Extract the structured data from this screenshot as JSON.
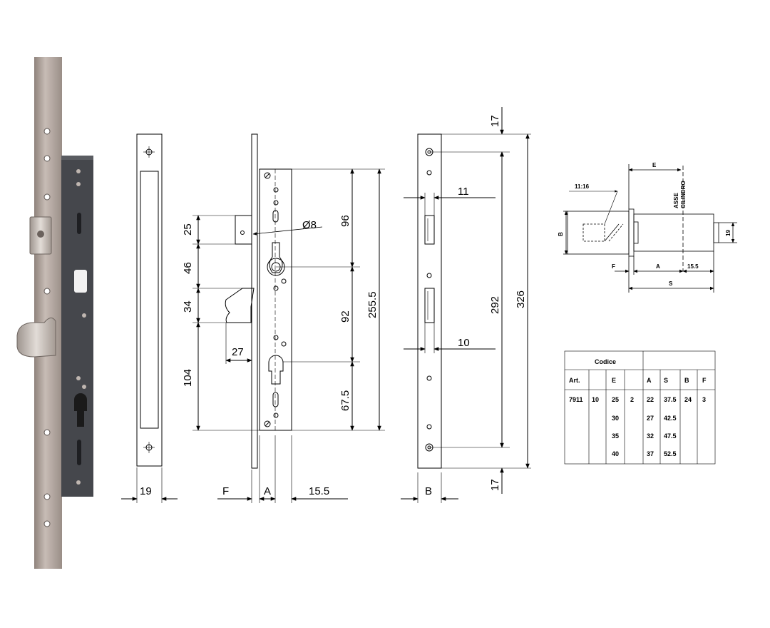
{
  "front_view": {
    "width_label": "19"
  },
  "side_view": {
    "labels": {
      "top_latch": "25",
      "gap1": "46",
      "hook": "34",
      "lower": "104",
      "hook_depth": "27",
      "hole_dia": "Ø8",
      "upper_span": "96",
      "mid_span": "92",
      "lower_span": "67.5",
      "total_span": "255.5",
      "bottom_f": "F",
      "bottom_a": "A",
      "bottom_155": "15.5"
    }
  },
  "strike_view": {
    "labels": {
      "top_margin": "17",
      "bottom_margin": "17",
      "dim_11": "11",
      "dim_10": "10",
      "inner": "292",
      "outer": "326",
      "width_b": "B"
    }
  },
  "cylinder_diagram": {
    "labels": {
      "e": "E",
      "axis_1": "ASSE",
      "axis_2": "CILINDRO",
      "ratio": "11:16",
      "b": "B",
      "dia": "19",
      "f": "F",
      "a": "A",
      "offset": "15.5",
      "s": "S"
    }
  },
  "spec_table": {
    "group_header": "Codice",
    "headers": [
      "Art.",
      "",
      "E",
      "",
      "A",
      "S",
      "B",
      "F"
    ],
    "rows": [
      [
        "7911",
        "10",
        "25",
        "2",
        "22",
        "37.5",
        "24",
        "3"
      ],
      [
        "",
        "",
        "30",
        "",
        "27",
        "42.5",
        "",
        ""
      ],
      [
        "",
        "",
        "35",
        "",
        "32",
        "47.5",
        "",
        ""
      ],
      [
        "",
        "",
        "40",
        "",
        "37",
        "52.5",
        "",
        ""
      ]
    ]
  },
  "colors": {
    "steel": "#a99d96",
    "case": "#45474c",
    "line": "#000000"
  }
}
